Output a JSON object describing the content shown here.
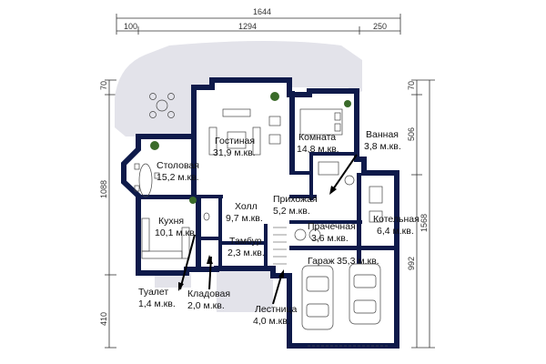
{
  "dimensions": {
    "total_width": "1644",
    "left_offset": "100",
    "main_width": "1294",
    "right_offset": "250",
    "left_top": "70",
    "left_height": "1088",
    "left_bottom": "410",
    "right_top": "70",
    "right_upper": "506",
    "right_total": "1568",
    "right_lower": "992"
  },
  "rooms": {
    "gostinaya": {
      "name": "Гостиная",
      "area": "31,9 м.кв."
    },
    "komnata": {
      "name": "Комната",
      "area": "14,8 м.кв."
    },
    "vannaya": {
      "name": "Ванная",
      "area": "3,8 м.кв."
    },
    "stolovaya": {
      "name": "Столовая",
      "area": "15,2 м.кв."
    },
    "prikhozhaya": {
      "name": "Прихожая",
      "area": "5,2 м.кв."
    },
    "kholl": {
      "name": "Холл",
      "area": "9,7 м.кв."
    },
    "kukhnya": {
      "name": "Кухня",
      "area": "10,1 м.кв."
    },
    "prachechnaya": {
      "name": "Прачечная",
      "area": "3,6 м.кв."
    },
    "kotelnaya": {
      "name": "Котельная",
      "area": "6,4 м.кв."
    },
    "tambur": {
      "name": "Тамбур",
      "area": "2,3 м.кв."
    },
    "garazh": {
      "name": "Гараж",
      "area": "35,3 м.кв."
    },
    "tualet": {
      "name": "Туалет",
      "area": "1,4 м.кв."
    },
    "kladovaya": {
      "name": "Кладовая",
      "area": "2,0 м.кв."
    },
    "lestnitsa": {
      "name": "Лестница",
      "area": "4,0 м.кв."
    }
  }
}
